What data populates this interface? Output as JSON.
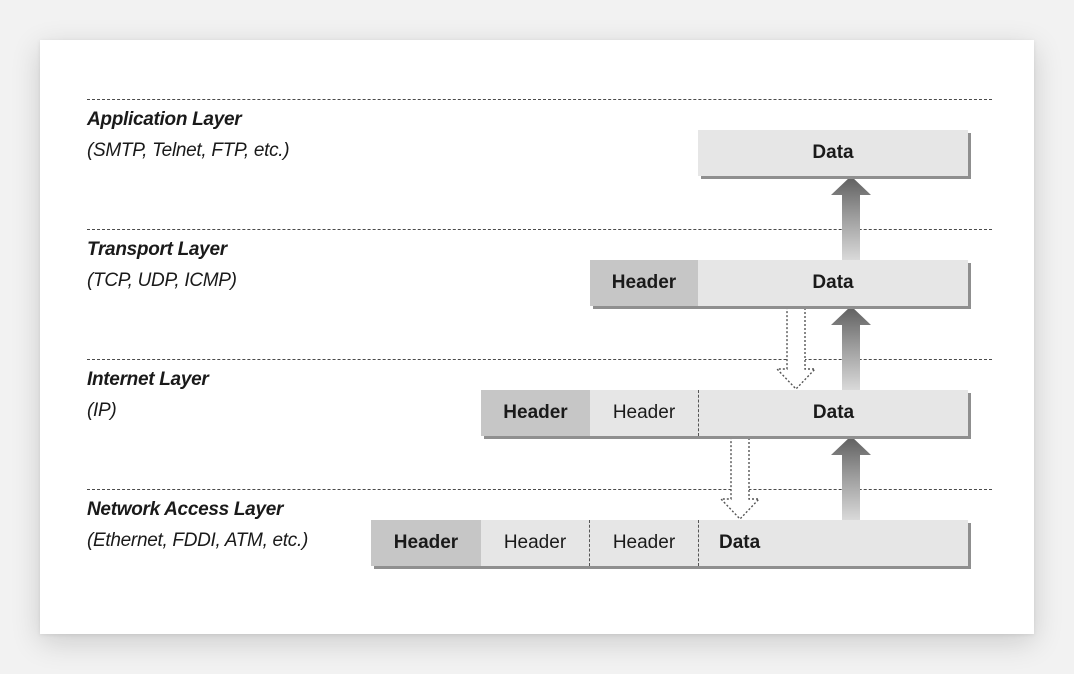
{
  "layers": [
    {
      "name": "Application Layer",
      "protocols": "(SMTP, Telnet, FTP, etc.)"
    },
    {
      "name": "Transport Layer",
      "protocols": "(TCP, UDP, ICMP)"
    },
    {
      "name": "Internet Layer",
      "protocols": "(IP)"
    },
    {
      "name": "Network Access Layer",
      "protocols": "(Ethernet, FDDI, ATM, etc.)"
    }
  ],
  "packets": {
    "application": {
      "data": "Data"
    },
    "transport": {
      "header": "Header",
      "data": "Data"
    },
    "internet": {
      "header": "Header",
      "header2": "Header",
      "data": "Data"
    },
    "network": {
      "header": "Header",
      "header2": "Header",
      "header3": "Header",
      "data": "Data"
    }
  },
  "colors": {
    "header_fill": "#c6c6c6",
    "packet_fill": "#e6e6e6",
    "solid_arrow": "#6e6e6e",
    "dotted_arrow_stroke": "#555555"
  }
}
